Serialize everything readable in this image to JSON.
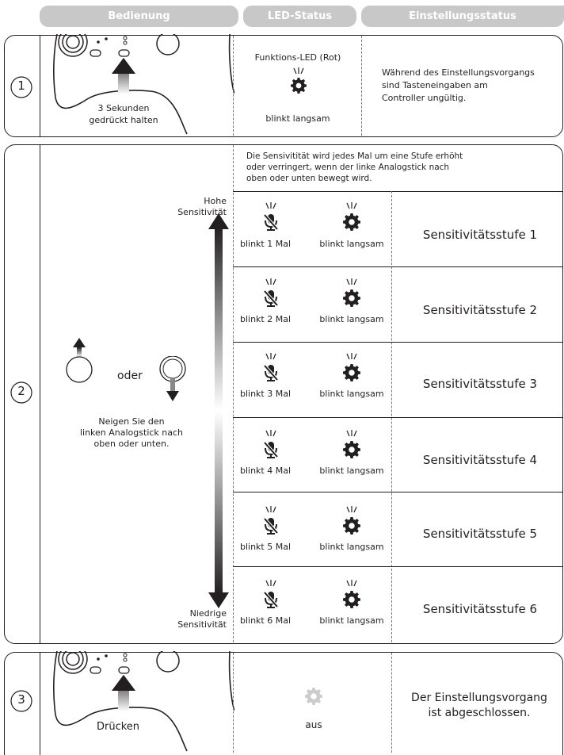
{
  "headers": {
    "operation": "Bedienung",
    "led_status": "LED-Status",
    "setting_status": "Einstellungsstatus"
  },
  "step1": {
    "number": "①",
    "instruction": "3 Sekunden\ngedrückt halten",
    "led_label": "Funktions-LED (Rot)",
    "led_state": "blinkt langsam",
    "status": "Während des Einstellungsvorgangs\nsind Tasteneingaben am\nController ungültig."
  },
  "step2": {
    "number": "②",
    "intro": "Die Sensivitität wird jedes Mal um eine Stufe erhöht\noder verringert, wenn der linke Analogstick nach\noben oder unten bewegt wird.",
    "high_label": "Hohe\nSensitivität",
    "low_label": "Niedrige\nSensitivität",
    "or_label": "oder",
    "stick_instruction": "Neigen Sie den\nlinken Analogstick nach\noben oder unten.",
    "levels": [
      {
        "mic_state": "blinkt 1 Mal",
        "led_state": "blinkt langsam",
        "label": "Sensitivitätsstufe 1"
      },
      {
        "mic_state": "blinkt 2 Mal",
        "led_state": "blinkt langsam",
        "label": "Sensitivitätsstufe 2"
      },
      {
        "mic_state": "blinkt 3 Mal",
        "led_state": "blinkt langsam",
        "label": "Sensitivitätsstufe 3"
      },
      {
        "mic_state": "blinkt 4 Mal",
        "led_state": "blinkt langsam",
        "label": "Sensitivitätsstufe 4"
      },
      {
        "mic_state": "blinkt 5 Mal",
        "led_state": "blinkt langsam",
        "label": "Sensitivitätsstufe 5"
      },
      {
        "mic_state": "blinkt 6 Mal",
        "led_state": "blinkt langsam",
        "label": "Sensitivitätsstufe 6"
      }
    ]
  },
  "step3": {
    "number": "③",
    "instruction": "Drücken",
    "led_state": "aus",
    "status": "Der Einstellungsvorgang\nist abgeschlossen."
  },
  "colors": {
    "header_bg": "#c8c8c8",
    "ink": "#231f20",
    "led_off": "#cccccc"
  }
}
